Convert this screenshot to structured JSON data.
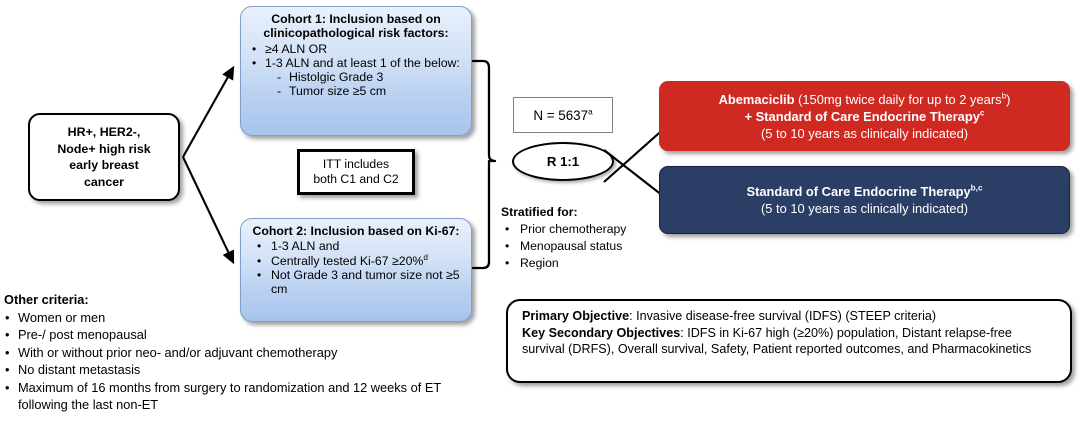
{
  "entry": {
    "lines": [
      "HR+, HER2-,",
      "Node+ high risk",
      "early breast",
      "cancer"
    ]
  },
  "cohort1": {
    "title": "Cohort 1: Inclusion based on clinicopathological risk factors:",
    "items": [
      {
        "text": "≥4 ALN OR",
        "level": 1
      },
      {
        "text": "1-3 ALN and at least 1 of the below:",
        "level": 1
      },
      {
        "text": "Histolgic Grade 3",
        "level": 2
      },
      {
        "text": "Tumor size ≥5 cm",
        "level": 2
      }
    ]
  },
  "cohort2": {
    "title": "Cohort 2: Inclusion based on Ki-67:",
    "items": [
      {
        "text": "1-3 ALN and",
        "sup": ""
      },
      {
        "text": "Centrally tested Ki-67 ≥20%",
        "sup": "d"
      },
      {
        "text": "Not Grade 3 and tumor size not ≥5 cm",
        "sup": ""
      }
    ]
  },
  "itt": {
    "lines": [
      "ITT includes",
      "both C1 and C2"
    ]
  },
  "enrollment": {
    "n_label": "N = 5637",
    "n_sup": "a"
  },
  "randomization": {
    "label": "R 1:1"
  },
  "stratified": {
    "heading": "Stratified for:",
    "items": [
      "Prior chemotherapy",
      "Menopausal status",
      "Region"
    ]
  },
  "arm_a": {
    "drug": "Abemaciclib",
    "dose": " (150mg twice daily for up to 2 years",
    "dose_sup": "b",
    "dose_tail": ")",
    "line2": "+ Standard of Care Endocrine Therapy",
    "line2_sup": "c",
    "line3": "(5 to 10 years as clinically indicated)",
    "color": "#cf2a22"
  },
  "arm_b": {
    "line1": "Standard of Care Endocrine Therapy",
    "line1_sup": "b,c",
    "line2": "(5 to 10 years as clinically indicated)",
    "color": "#2b3f66"
  },
  "objectives": {
    "primary_label": "Primary Objective",
    "primary_text": ": Invasive disease-free survival (IDFS) (STEEP criteria)",
    "secondary_label": "Key Secondary Objectives",
    "secondary_text": ": IDFS in Ki-67 high (≥20%) population, Distant relapse-free survival (DRFS), Overall survival, Safety, Patient reported outcomes, and Pharmacokinetics"
  },
  "other_criteria": {
    "heading": "Other criteria:",
    "items": [
      "Women or men",
      "Pre-/ post menopausal",
      "With or without prior neo- and/or adjuvant chemotherapy",
      "No distant metastasis",
      "Maximum of 16 months from surgery to randomization and 12 weeks of ET following the last non-ET"
    ]
  }
}
